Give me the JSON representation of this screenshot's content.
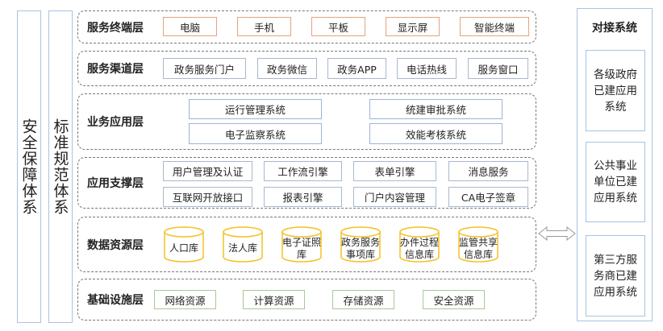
{
  "left_columns": [
    "安全保障体系",
    "标准规范体系"
  ],
  "layers": [
    {
      "name": "服务终端层",
      "items": [
        "电脑",
        "手机",
        "平板",
        "显示屏",
        "智能终端"
      ]
    },
    {
      "name": "服务渠道层",
      "items": [
        "政务服务门户",
        "政务微信",
        "政务APP",
        "电话热线",
        "服务窗口"
      ]
    },
    {
      "name": "业务应用层",
      "items": [
        "运行管理系统",
        "电子监察系统",
        "统建审批系统",
        "效能考核系统"
      ]
    },
    {
      "name": "应用支撑层",
      "items": [
        "用户管理及认证",
        "工作流引擎",
        "表单引擎",
        "消息服务",
        "互联网开放接口",
        "报表引擎",
        "门户内容管理",
        "CA电子签章"
      ]
    },
    {
      "name": "数据资源层",
      "items": [
        "人口库",
        "法人库",
        "电子证照库",
        "政务服务事项库",
        "办件过程信息库",
        "监管共享信息库"
      ]
    },
    {
      "name": "基础设施层",
      "items": [
        "网络资源",
        "计算资源",
        "存储资源",
        "安全资源"
      ]
    }
  ],
  "right_panel": {
    "title": "对接系统",
    "items": [
      "各级政府已建应用系统",
      "公共事业单位已建应用系统",
      "第三方服务商已建应用系统"
    ]
  },
  "colors": {
    "terminal": "#e6a37c",
    "channel": "#a9b8cc",
    "data": "#f5c020",
    "infra": "#a9c79a",
    "frame": "#a7c3e3"
  }
}
